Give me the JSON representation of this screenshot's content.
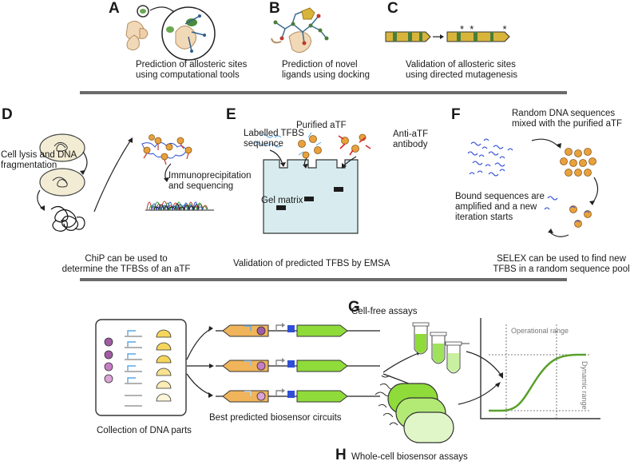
{
  "panels": {
    "A": {
      "letter": "A",
      "caption": "Prediction of allosteric sites\nusing computational tools"
    },
    "B": {
      "letter": "B",
      "caption": "Prediction of novel\nligands using docking"
    },
    "C": {
      "letter": "C",
      "caption": "Validation of allosteric sites\nusing directed mutagenesis",
      "marks": "*  *          *"
    },
    "D": {
      "letter": "D",
      "step1": "Cell lysis and DNA\nfragmentation",
      "step2": "Immunoprecipitation\nand sequencing",
      "caption": "ChiP can be used to\ndetermine the TFBSs of an aTF"
    },
    "E": {
      "letter": "E",
      "labelled": "Labelled TFBS\nsequence",
      "purified": "Purified aTF",
      "antibody": "Anti-aTF\nantibody",
      "gel": "Gel matrix",
      "caption": "Validation of predicted TFBS by EMSA"
    },
    "F": {
      "letter": "F",
      "random": "Random DNA sequences\nmixed with the purified aTF",
      "bound": "Bound sequences are\namplified and a new\niteration starts",
      "caption": "SELEX can be used to find new\nTFBS in a random sequence pool"
    },
    "G": {
      "letter": "G",
      "title": "Cell-free assays"
    },
    "H": {
      "letter": "H",
      "title": "Whole-cell biosensor assays"
    },
    "bottom": {
      "collection": "Collection of DNA parts",
      "circuits": "Best predicted biosensor circuits",
      "operational": "Operational range",
      "dynamic": "Dynamic range"
    }
  },
  "colors": {
    "orange": "#f0b45a",
    "green": "#8fdb3a",
    "purple": "#a05ca4",
    "lightpurple": "#dca3d8",
    "blue": "#2f4fd6",
    "arrowblue": "#5aa7e6",
    "yellow": "#f5d65c",
    "divider": "#6b6b6b",
    "curve": "#5aa02c",
    "gel": "#d8ecef"
  },
  "icons": [
    "protein-structure-icon",
    "dna-fragment-icon",
    "tube-icon",
    "cell-icon",
    "promoter-arrow-icon",
    "operator-box-icon"
  ]
}
